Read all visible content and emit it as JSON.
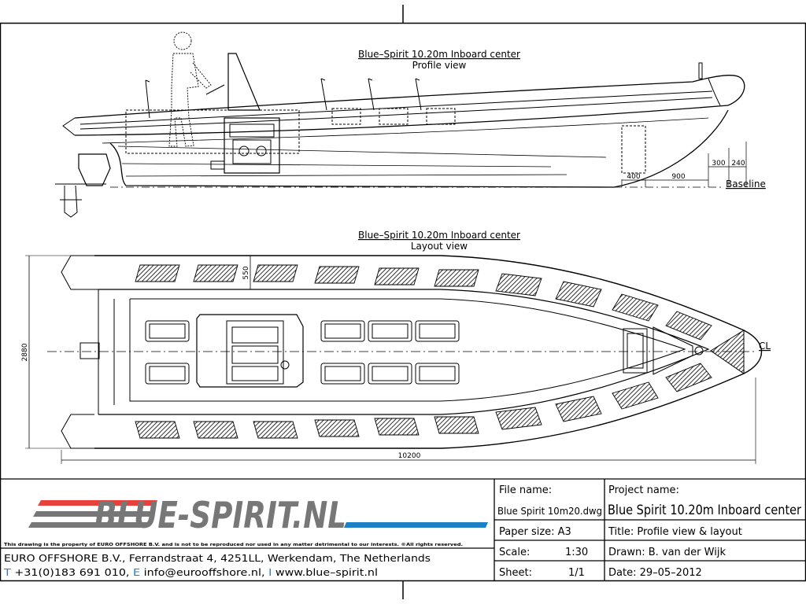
{
  "profile": {
    "title": "Blue–Spirit 10.20m Inboard center",
    "subtitle": "Profile view",
    "dims": [
      "400",
      "900",
      "300",
      "240"
    ],
    "baseline_label": "Baseline"
  },
  "layout": {
    "title": "Blue–Spirit 10.20m Inboard center",
    "subtitle": "Layout view",
    "dim_width": "2880",
    "dim_tube": "550",
    "dim_length": "10200",
    "cl_label": "CL"
  },
  "logo": {
    "text": "BLUE-SPIRIT.NL",
    "colors": {
      "red": "#e8413c",
      "blue": "#1d7fc4",
      "gray": "#777777"
    }
  },
  "company": {
    "disclaimer": "This drawing is the property of EURO OFFSHORE B.V. and is not to be reproduced nor used in any matter detrimental to our interests. ©All rights reserved.",
    "address": "EURO OFFSHORE B.V., Ferrandstraat 4, 4251LL, Werkendam, The Netherlands",
    "t_letter": "T",
    "phone": " +31(0)183 691 010, ",
    "e_letter": "E",
    "email": " info@eurooffshore.nl, ",
    "i_letter": "I",
    "website": " www.blue–spirit.nl"
  },
  "titleblock": {
    "file_name_label": "File name:",
    "file_name_value": "Blue Spirit 10m20.dwg",
    "project_name_label": "Project name:",
    "project_name_value": "Blue Spirit 10.20m Inboard center",
    "paper_size": "Paper size: A3",
    "title": "Title:   Profile view & layout",
    "scale_label": "Scale:",
    "scale_value": "1:30",
    "drawn": "Drawn: B. van der Wijk",
    "sheet_label": "Sheet:",
    "sheet_value": "1/1",
    "date": "Date:  29–05–2012"
  }
}
